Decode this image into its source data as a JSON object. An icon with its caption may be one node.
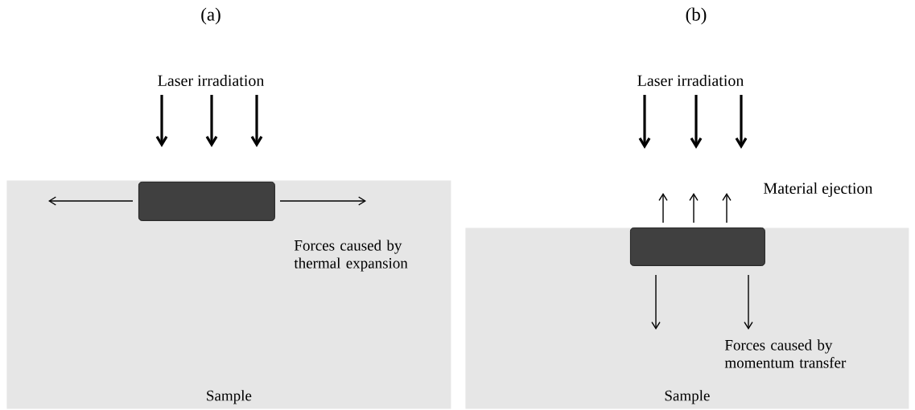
{
  "diagram": {
    "nodes": [
      {
        "text": [
          "Sample"
        ]
      },
      {
        "text": [],
        "shape": "box",
        "in": 0
      },
      {
        "text": [
          "Sample"
        ]
      },
      {
        "text": [],
        "shape": "box",
        "in": 2
      }
    ],
    "labels": [
      "(a)",
      "(b)",
      "Laser irradiation",
      "Laser irradiation",
      "Material ejection",
      "Forces caused by thermal expansion",
      "Forces caused by momentum transfer"
    ]
  }
}
